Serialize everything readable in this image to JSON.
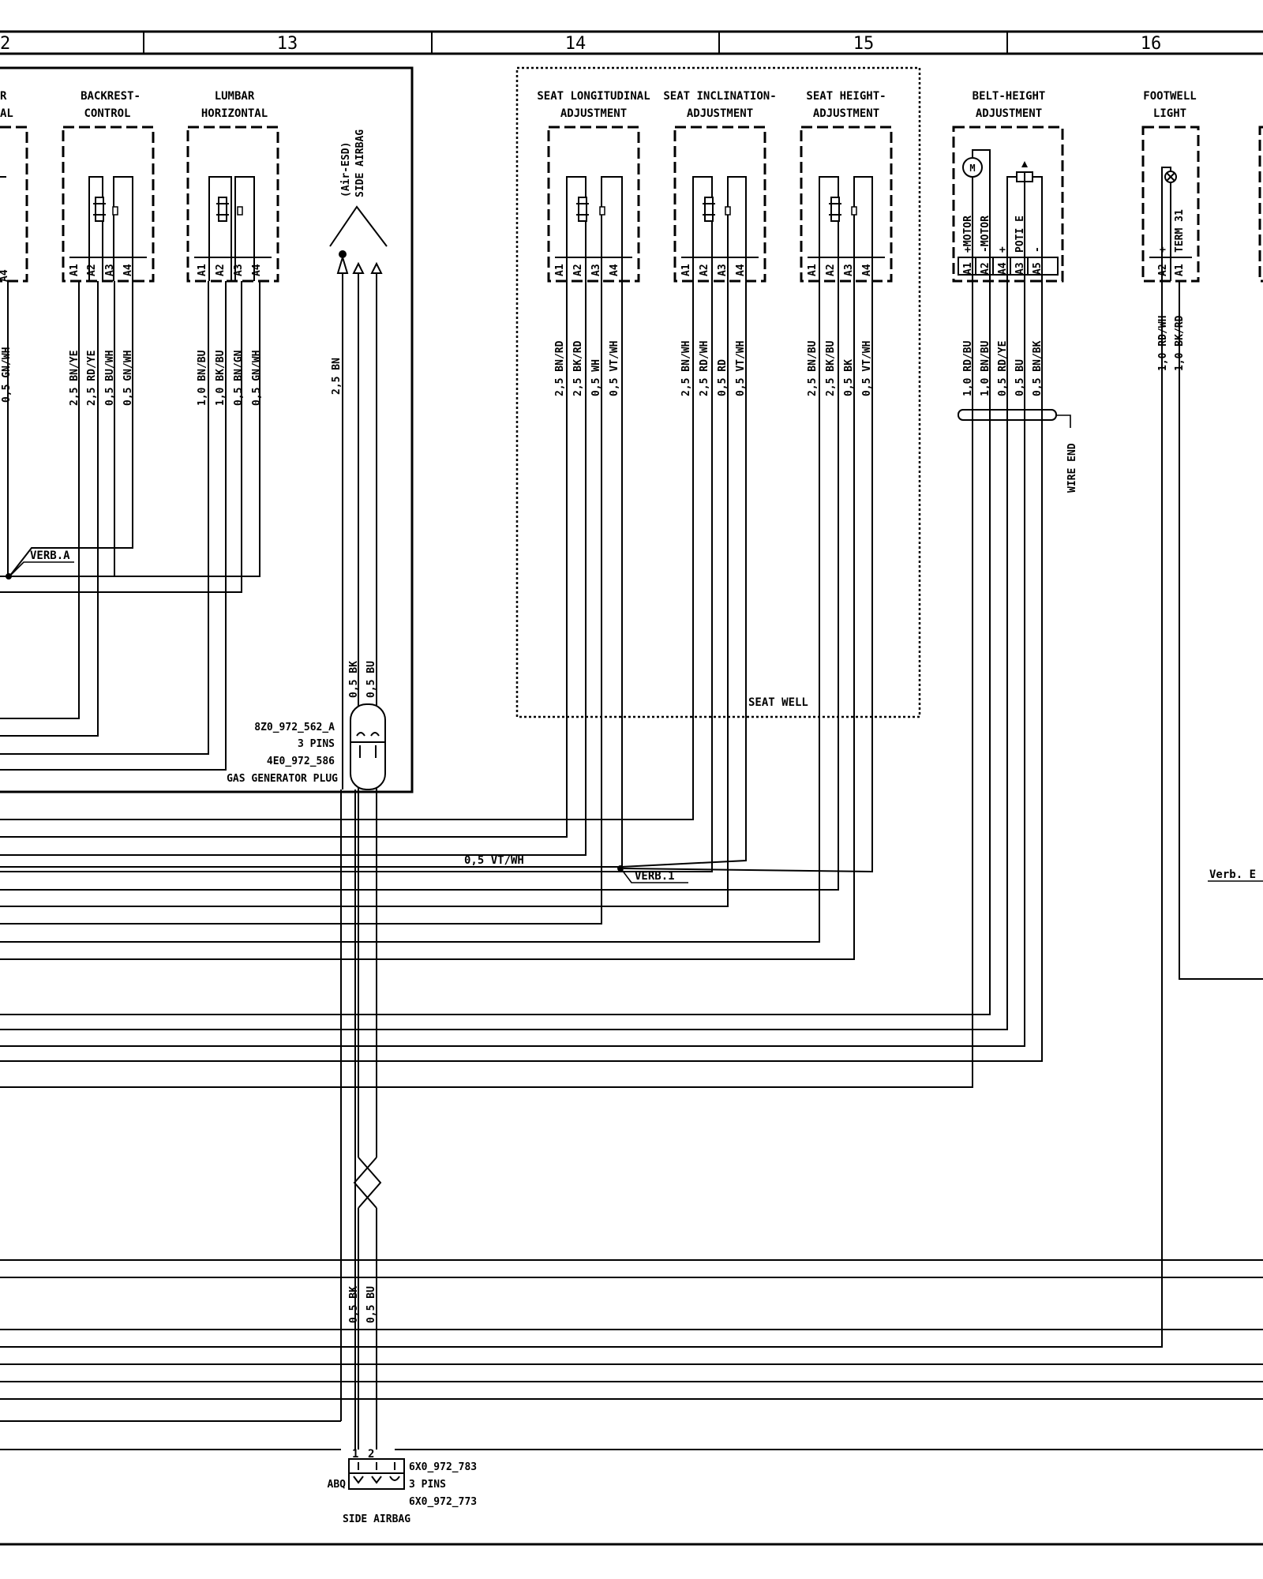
{
  "columns": [
    "2",
    "13",
    "14",
    "15",
    "16"
  ],
  "components": {
    "partial_label_top": "R",
    "partial_label_bottom": "AL",
    "backrest": {
      "line1": "BACKREST-",
      "line2": "CONTROL"
    },
    "lumbar": {
      "line1": "LUMBAR",
      "line2": "HORIZONTAL"
    },
    "side_airbag_top": {
      "line1": "(Air-ESD)",
      "line2": "SIDE AIRBAG"
    },
    "seat_long": {
      "line1": "SEAT LONGITUDINAL",
      "line2": "ADJUSTMENT"
    },
    "seat_incl": {
      "line1": "SEAT INCLINATION-",
      "line2": "ADJUSTMENT"
    },
    "seat_height": {
      "line1": "SEAT HEIGHT-",
      "line2": "ADJUSTMENT"
    },
    "belt_height": {
      "line1": "BELT-HEIGHT",
      "line2": "ADJUSTMENT"
    },
    "footwell": {
      "line1": "FOOTWELL",
      "line2": "LIGHT"
    }
  },
  "pins": {
    "std": [
      "A1",
      "A2",
      "A3",
      "A4"
    ],
    "belt": [
      "A1",
      "A2",
      "A4",
      "A3",
      "A5"
    ],
    "belt_functions": [
      "+MOTOR",
      "-MOTOR",
      "+",
      "POTI E",
      "-"
    ],
    "footwell": [
      "A2",
      "A1"
    ],
    "footwell_functions": [
      "+",
      "TERM 31"
    ]
  },
  "wires": {
    "partial": [
      "0,5 GN/WH"
    ],
    "backrest": [
      "2,5 BN/YE",
      "2,5 RD/YE",
      "0,5 BU/WH",
      "0,5 GN/WH"
    ],
    "lumbar": [
      "1,0 BN/BU",
      "1,0 BK/BU",
      "0,5 BN/GN",
      "0,5 GN/WH"
    ],
    "airbag": [
      "2,5 BN"
    ],
    "seat_long": [
      "2,5 BN/RD",
      "2,5 BK/RD",
      "0,5 WH",
      "0,5 VT/WH"
    ],
    "seat_incl": [
      "2,5 BN/WH",
      "2,5 RD/WH",
      "0,5 RD",
      "0,5 VT/WH"
    ],
    "seat_height": [
      "2,5 BN/BU",
      "2,5 BK/BU",
      "0,5 BK",
      "0,5 VT/WH"
    ],
    "belt": [
      "1,0 RD/BU",
      "1,0 BN/BU",
      "0,5 RD/YE",
      "0,5 BU",
      "0,5 BN/BK"
    ],
    "footwell": [
      "1,0 RD/WH",
      "1,0 BK/RD"
    ],
    "airbag_pair_1": [
      "0,5 BK",
      "0,5 BU"
    ],
    "airbag_pair_2": [
      "0,5 BK",
      "0,5 BU"
    ],
    "vt_wh": "0,5 VT/WH"
  },
  "labels": {
    "verb_a": "VERB.A",
    "verb_1": "VERB.1",
    "verb_e": "Verb. E",
    "wire_end": "WIRE END",
    "seat_well": "SEAT WELL",
    "gas_plug": [
      "8Z0_972_562_A",
      "3 PINS",
      "4E0_972_586",
      "GAS GENERATOR PLUG"
    ],
    "abq_conn": [
      "6X0_972_783",
      "3 PINS",
      "6X0_972_773"
    ],
    "abq": "ABQ",
    "side_airbag": "SIDE AIRBAG",
    "abq_pins": [
      "1",
      "2"
    ]
  }
}
